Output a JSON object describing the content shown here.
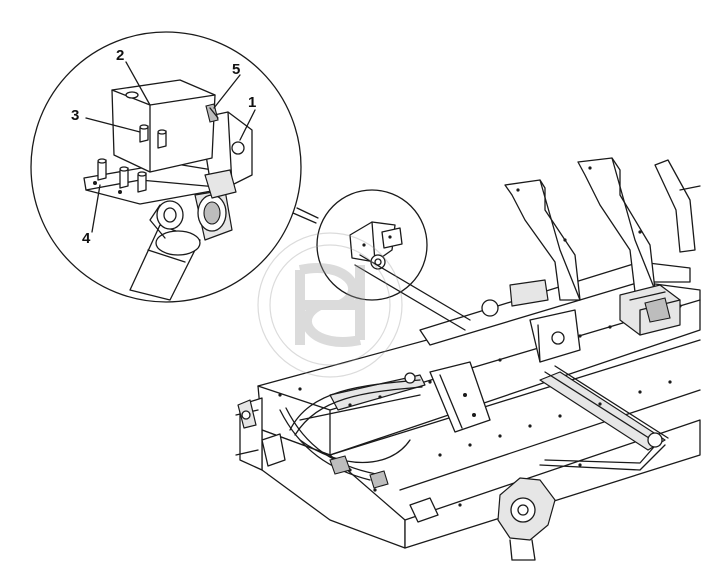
{
  "diagram": {
    "callouts": [
      {
        "id": "c1",
        "label": "1"
      },
      {
        "id": "c2",
        "label": "2"
      },
      {
        "id": "c3",
        "label": "3"
      },
      {
        "id": "c4",
        "label": "4"
      },
      {
        "id": "c5",
        "label": "5"
      }
    ],
    "watermark": "logo-watermark",
    "colors": {
      "line": "#1a1a1a",
      "fill": "#ffffff",
      "shade": "#e6e6e6",
      "watermark": "#c8c8c8"
    }
  }
}
